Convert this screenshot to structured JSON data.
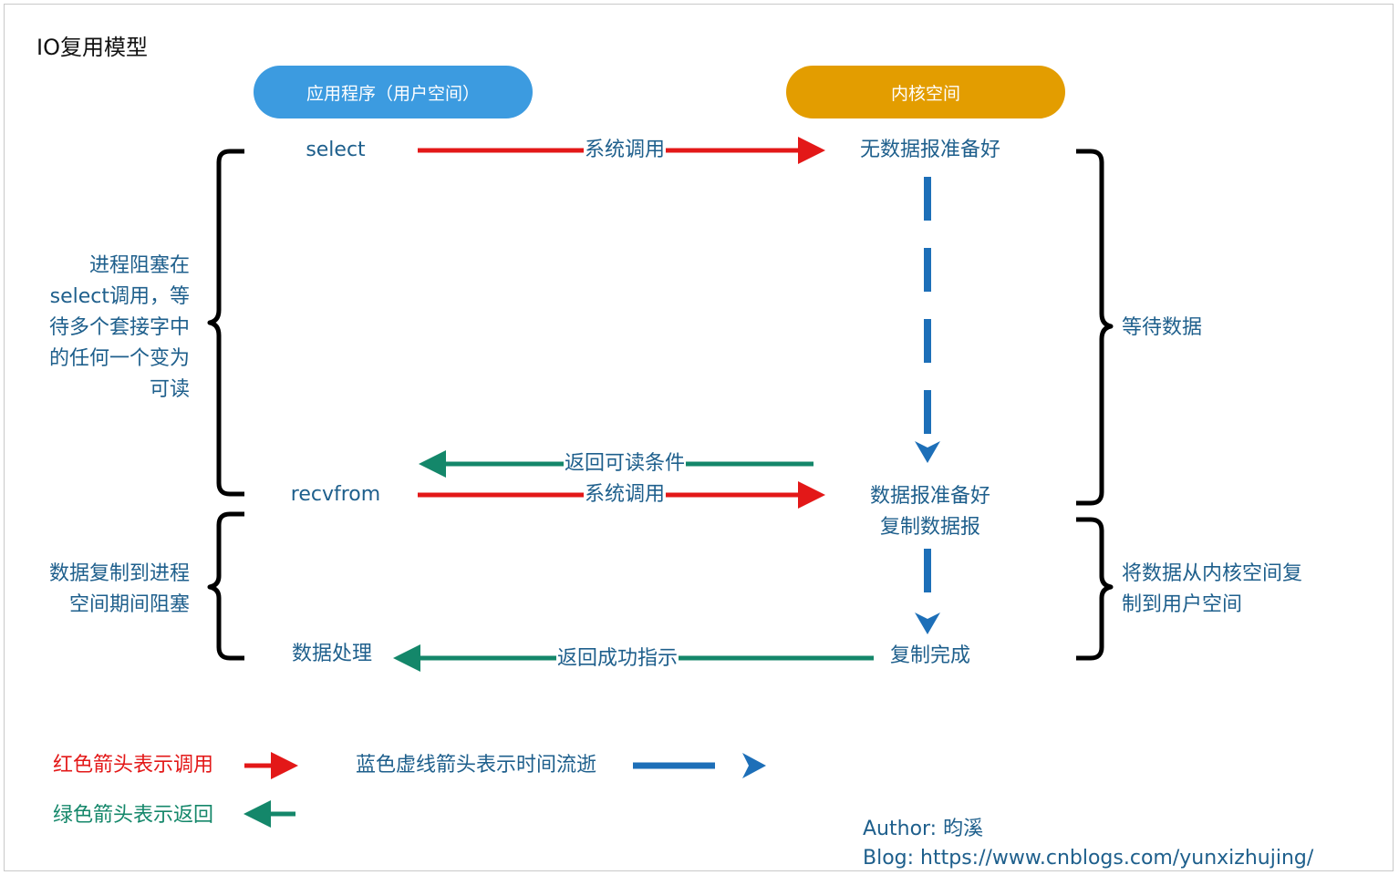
{
  "title": "IO复用模型",
  "headers": {
    "app": "应用程序（用户空间）",
    "kernel": "内核空间"
  },
  "left_column": {
    "select": "select",
    "recvfrom": "recvfrom",
    "process": "数据处理"
  },
  "right_column": {
    "no_data": "无数据报准备好",
    "data_ready_line1": "数据报准备好",
    "data_ready_line2": "复制数据报",
    "copy_done": "复制完成"
  },
  "arrows": {
    "syscall_1": "系统调用",
    "return_readable": "返回可读条件",
    "syscall_2": "系统调用",
    "return_success": "返回成功指示"
  },
  "left_notes": {
    "block_select": [
      "进程阻塞在",
      "select调用，等",
      "待多个套接字中",
      "的任何一个变为",
      "可读"
    ],
    "block_copy": [
      "数据复制到进程",
      "空间期间阻塞"
    ]
  },
  "right_notes": {
    "wait_data": "等待数据",
    "copy_data": [
      "将数据从内核空间复",
      "制到用户空间"
    ]
  },
  "legend": {
    "red": "红色箭头表示调用",
    "blue": "蓝色虚线箭头表示时间流逝",
    "green": "绿色箭头表示返回"
  },
  "footer": {
    "author": "Author: 昀溪",
    "blog": "Blog: https://www.cnblogs.com/yunxizhujing/"
  },
  "colors": {
    "call_arrow": "#e31818",
    "return_arrow": "#14876a",
    "time_arrow": "#1d6fb8",
    "app_header": "#3c9be0",
    "kernel_header": "#e39d00",
    "text": "#1e5f8c"
  }
}
